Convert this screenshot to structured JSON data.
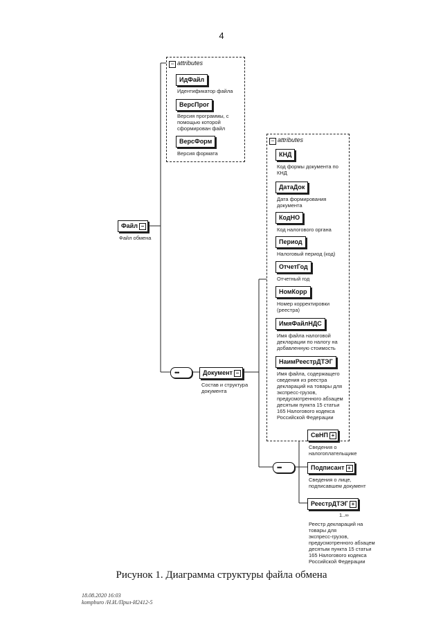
{
  "page_number": "4",
  "attributes_label": "attributes",
  "file": {
    "name": "Файл",
    "desc": "Файл обмена"
  },
  "file_attrs": [
    {
      "name": "ИдФайл",
      "desc": [
        "Идентификатор файла"
      ]
    },
    {
      "name": "ВерсПрог",
      "desc": [
        "Версия программы, с",
        "помощью которой",
        "сформирован файл"
      ]
    },
    {
      "name": "ВерсФорм",
      "desc": [
        "Версия формата"
      ]
    }
  ],
  "document": {
    "name": "Документ",
    "desc": [
      "Состав и структура",
      "документа"
    ]
  },
  "doc_attrs": [
    {
      "name": "КНД",
      "desc": [
        "Код формы документа по",
        "КНД"
      ]
    },
    {
      "name": "ДатаДок",
      "desc": [
        "Дата формирования",
        "документа"
      ]
    },
    {
      "name": "КодНО",
      "desc": [
        "Код налогового органа"
      ]
    },
    {
      "name": "Период",
      "desc": [
        "Налоговый период (код)"
      ]
    },
    {
      "name": "ОтчетГод",
      "desc": [
        "Отчетный год"
      ]
    },
    {
      "name": "НомКорр",
      "desc": [
        "Номер корректировки",
        "(реестра)"
      ]
    },
    {
      "name": "ИмяФайлНДС",
      "desc": [
        "Имя файла налоговой",
        "декларации по налогу на",
        "добавленную стоимость"
      ]
    },
    {
      "name": "НаимРеестрДТЭГ",
      "desc": [
        "Имя файла, содержащего",
        "сведения из реестра",
        "деклараций на товары для",
        "экспресс-грузов,",
        "предусмотренного абзацем",
        "десятым пункта 15 статьи",
        "165 Налогового кодекса",
        "Российской Федерации"
      ]
    }
  ],
  "children": [
    {
      "name": "СвНП",
      "desc": [
        "Сведения о",
        "налогоплательщике"
      ]
    },
    {
      "name": "Подписант",
      "desc": [
        "Сведения о лице,",
        "подписавшем документ"
      ]
    },
    {
      "name": "РеестрДТЭГ",
      "multiplicity": "1..∞",
      "desc": [
        "Реестр деклараций на",
        "товары для",
        "экспресс-грузов,",
        "предусмотренного абзацем",
        "десятым пункта 15 статьи",
        "165 Налогового кодекса",
        "Российской Федерации"
      ]
    }
  ],
  "caption": "Рисунок 1. Диаграмма структуры файла обмена",
  "footer": {
    "line1": "18.08.2020 16:03",
    "line2": "kompburo /Н.И./Прил-И2412-5"
  }
}
